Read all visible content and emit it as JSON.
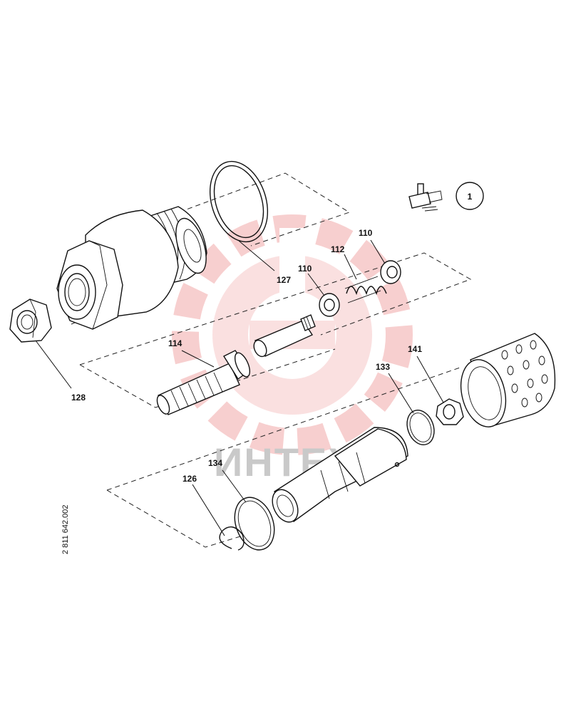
{
  "drawing_number": "2 811 642.002",
  "view_badge": "1",
  "watermark": {
    "text": "ИНТЕХ",
    "color": "#f3b6b6"
  },
  "callouts": {
    "p110a": "110",
    "p110b": "110",
    "p112": "112",
    "p114": "114",
    "p126": "126",
    "p127": "127",
    "p128": "128",
    "p133": "133",
    "p134": "134",
    "p141": "141"
  }
}
